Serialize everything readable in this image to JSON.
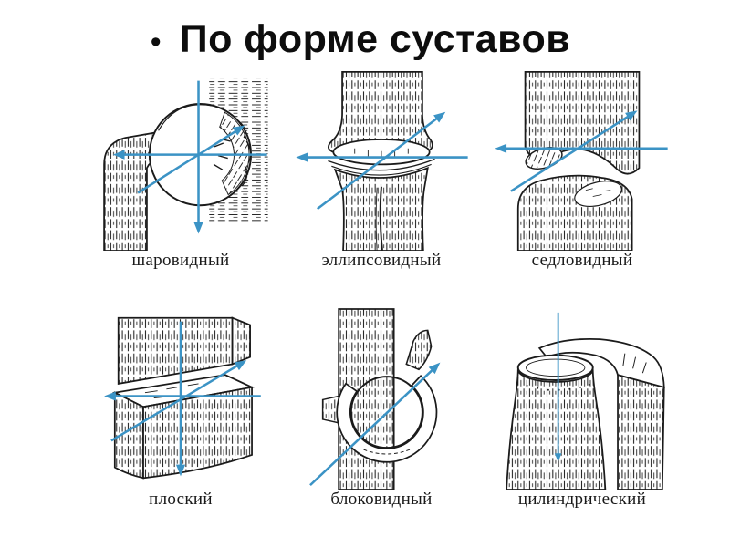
{
  "slide": {
    "bullet": "•",
    "title": "По форме суставов"
  },
  "figures": [
    {
      "id": "ball-and-socket",
      "label": "шаровидный"
    },
    {
      "id": "ellipsoid",
      "label": "эллипсовидный"
    },
    {
      "id": "saddle",
      "label": "седловидный"
    },
    {
      "id": "plane",
      "label": "плоский"
    },
    {
      "id": "trochlear",
      "label": "блоковидный"
    },
    {
      "id": "cylindrical",
      "label": "цилиндрический"
    }
  ],
  "colors": {
    "axis_blue": "#3b93c5",
    "ink": "#1b1b1b",
    "background": "#ffffff"
  }
}
